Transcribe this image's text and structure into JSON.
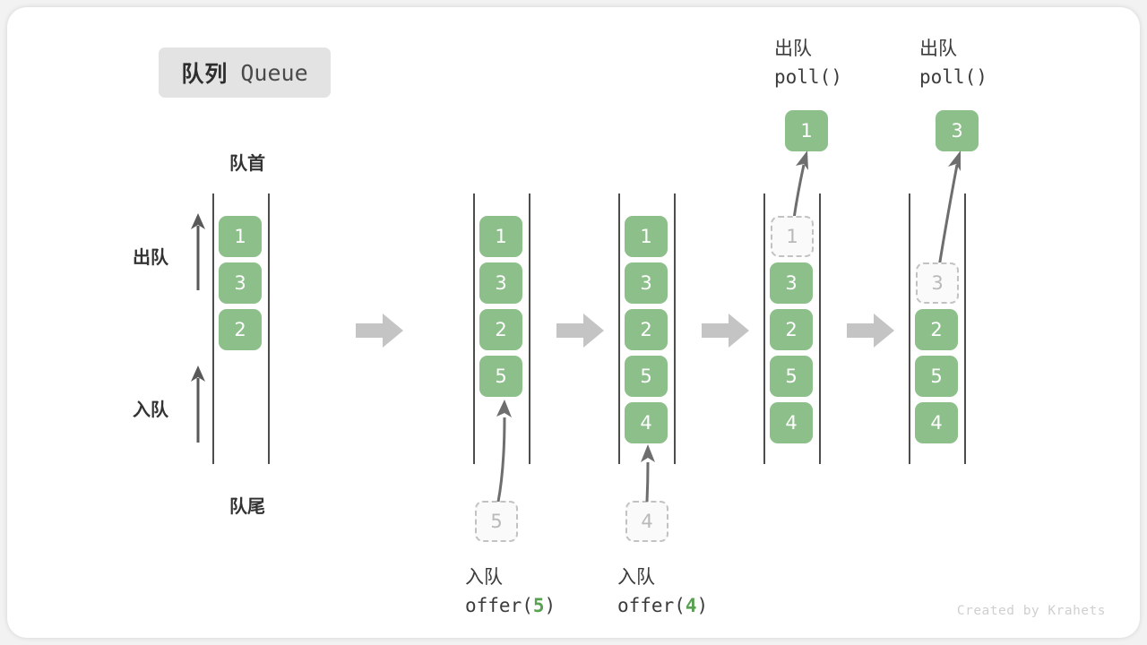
{
  "title": {
    "zh": "队列",
    "en": "Queue"
  },
  "labels": {
    "front": "队首",
    "rear": "队尾",
    "dequeue": "出队",
    "enqueue": "入队"
  },
  "credit": "Created by Krahets",
  "colors": {
    "item_green": "#8cbf8a",
    "ghost_border": "#c2c2c2",
    "ghost_text": "#b9b9b9",
    "rail": "#4d4d4d",
    "block_arrow": "#c4c4c4",
    "thin_arrow": "#6e6e6e",
    "pill_bg": "#e3e3e3",
    "card_bg": "#ffffff",
    "page_bg": "#f2f2f2"
  },
  "steps": [
    {
      "id": "initial",
      "items": [
        "1",
        "3",
        "2"
      ],
      "ghost_index": null,
      "caption_zh": "",
      "caption_code": "",
      "code_value": ""
    },
    {
      "id": "offer-5",
      "items": [
        "1",
        "3",
        "2",
        "5"
      ],
      "ghost_index": null,
      "caption_zh": "入队",
      "caption_code": "offer(",
      "caption_code_end": ")",
      "code_value": "5",
      "incoming_value": "5"
    },
    {
      "id": "offer-4",
      "items": [
        "1",
        "3",
        "2",
        "5",
        "4"
      ],
      "ghost_index": null,
      "caption_zh": "入队",
      "caption_code": "offer(",
      "caption_code_end": ")",
      "code_value": "4",
      "incoming_value": "4"
    },
    {
      "id": "poll-1",
      "items": [
        "1",
        "3",
        "2",
        "5",
        "4"
      ],
      "ghost_index": 0,
      "caption_zh": "出队",
      "caption_code": "poll()",
      "popped_value": "1"
    },
    {
      "id": "poll-3",
      "items": [
        "",
        "3",
        "2",
        "5",
        "4"
      ],
      "ghost_index": 1,
      "caption_zh": "出队",
      "caption_code": "poll()",
      "popped_value": "3"
    }
  ],
  "transitions": [
    "arrow-1",
    "arrow-2",
    "arrow-3",
    "arrow-4"
  ]
}
